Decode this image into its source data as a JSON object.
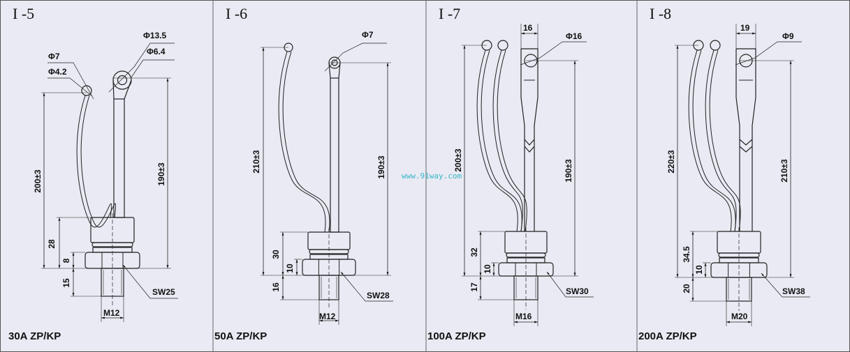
{
  "watermark": "www.91way.com",
  "panels": [
    {
      "title": "I -5",
      "caption": "30A ZP/KP",
      "dim_total": "200±3",
      "dim_main": "190±3",
      "dim_body": "28",
      "dim_nut": "8",
      "dim_thread": "15",
      "thread": "M12",
      "wrench": "SW25",
      "phi_a": "Φ7",
      "phi_b": "Φ4.2",
      "phi_c": "Φ13.5",
      "phi_d": "Φ6.4"
    },
    {
      "title": "I -6",
      "caption": "50A ZP/KP",
      "dim_total": "210±3",
      "dim_main": "190±3",
      "dim_body": "30",
      "dim_nut": "10",
      "dim_thread": "16",
      "thread": "M12",
      "wrench": "SW28",
      "phi_c": "Φ7"
    },
    {
      "title": "I -7",
      "caption": "100A ZP/KP",
      "dim_total": "200±3",
      "dim_main": "190±3",
      "dim_body": "32",
      "dim_nut": "10",
      "dim_thread": "17",
      "thread": "M16",
      "wrench": "SW30",
      "phi_c": "Φ16",
      "tab_width": "16"
    },
    {
      "title": "I -8",
      "caption": "200A ZP/KP",
      "dim_total": "220±3",
      "dim_main": "210±3",
      "dim_body": "34.5",
      "dim_nut": "10",
      "dim_thread": "20",
      "thread": "M20",
      "wrench": "SW38",
      "phi_c": "Φ9",
      "tab_width": "19"
    }
  ]
}
